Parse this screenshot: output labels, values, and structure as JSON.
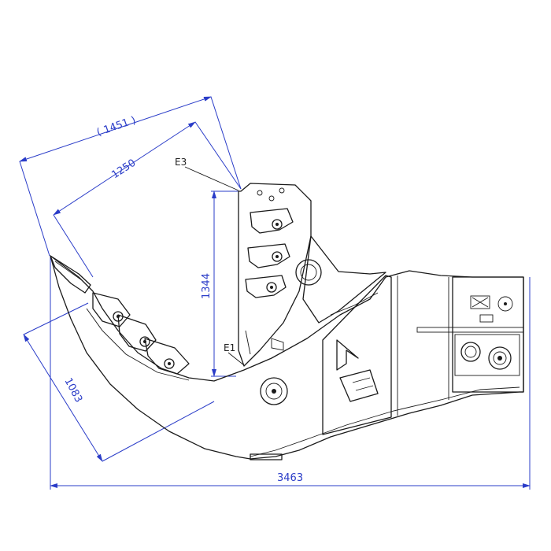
{
  "dimensions": {
    "overall_diagonal": "( 1451 )",
    "jaw_diagonal": "1250",
    "jaw_height": "1344",
    "tooth_depth": "1083",
    "overall_length": "3463"
  },
  "labels": {
    "upper_point": "E3",
    "lower_point": "E1"
  },
  "colors": {
    "dimension": "#2a3cc8",
    "outline": "#1a1a1a"
  }
}
